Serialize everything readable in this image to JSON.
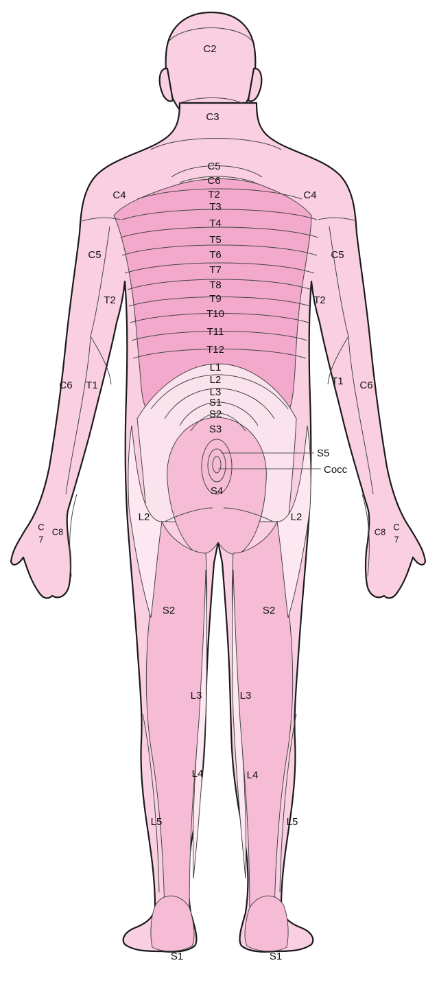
{
  "colors": {
    "skin_light": "#fbe3ee",
    "skin_mid": "#f9cfe1",
    "skin_dark": "#f3a9cb",
    "outline": "#1a1a1a"
  },
  "labels": {
    "c2": "C2",
    "c3": "C3",
    "c4_left": "C4",
    "c4_right": "C4",
    "c5_center": "C5",
    "c6_center": "C6",
    "t2_center": "T2",
    "t3": "T3",
    "t4": "T4",
    "t5": "T5",
    "t6": "T6",
    "t7": "T7",
    "t8": "T8",
    "t9": "T9",
    "t10": "T10",
    "t11": "T11",
    "t12": "T12",
    "l1": "L1",
    "l2_center": "L2",
    "l3_center": "L3",
    "s1_center": "S1",
    "s2_center": "S2",
    "s3": "S3",
    "s4": "S4",
    "s5": "S5",
    "cocc": "Cocc",
    "c5_arm_left": "C5",
    "c5_arm_right": "C5",
    "t2_arm_left": "T2",
    "t2_arm_right": "T2",
    "c6_arm_left": "C6",
    "c6_arm_right": "C6",
    "t1_arm_left": "T1",
    "t1_arm_right": "T1",
    "c7_left_top": "C",
    "c7_left_bottom": "7",
    "c7_right_top": "C",
    "c7_right_bottom": "7",
    "c8_left": "C8",
    "c8_right": "C8",
    "l2_hip_left": "L2",
    "l2_hip_right": "L2",
    "s2_thigh_left": "S2",
    "s2_thigh_right": "S2",
    "l3_leg_left": "L3",
    "l3_leg_right": "L3",
    "l4_leg_left": "L4",
    "l4_leg_right": "L4",
    "l5_leg_left": "L5",
    "l5_leg_right": "L5",
    "s1_foot_left": "S1",
    "s1_foot_right": "S1"
  }
}
